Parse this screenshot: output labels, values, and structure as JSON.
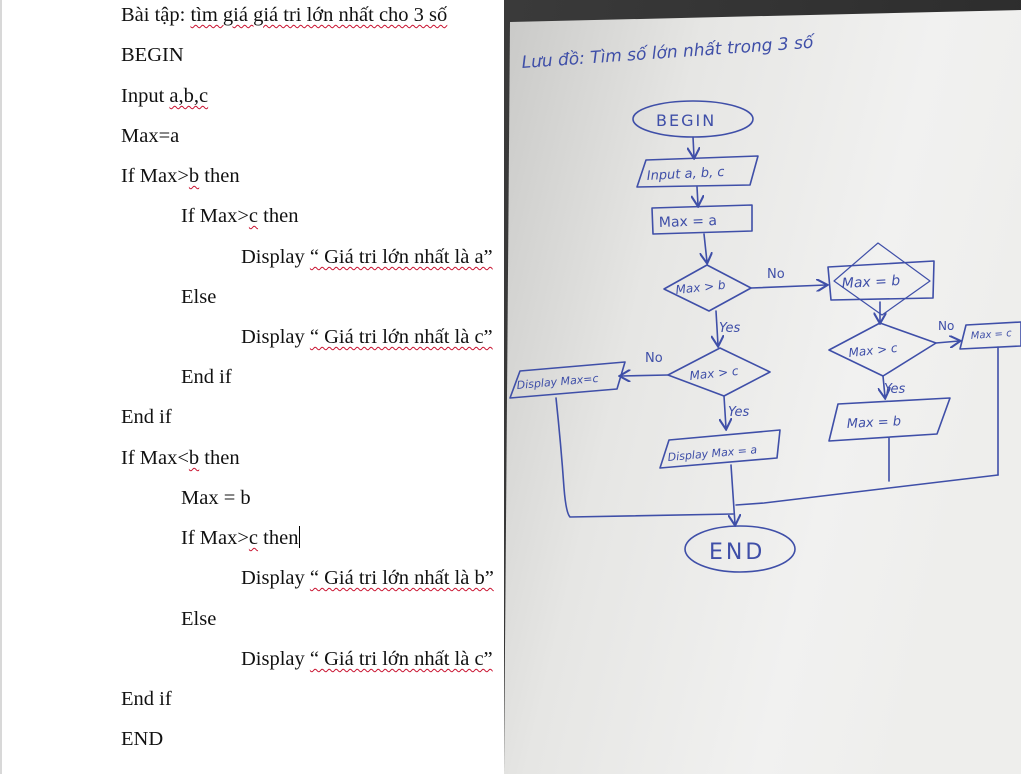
{
  "document": {
    "lines": [
      {
        "indent": 0,
        "segments": [
          {
            "text": "Bài tập: ",
            "squiggle": false
          },
          {
            "text": "tìm giá giá tri lớn nhất cho 3 số",
            "squiggle": true
          }
        ]
      },
      {
        "indent": 0,
        "segments": [
          {
            "text": "BEGIN",
            "squiggle": false
          }
        ]
      },
      {
        "indent": 0,
        "segments": [
          {
            "text": "Input ",
            "squiggle": false
          },
          {
            "text": "a,b,c",
            "squiggle": true
          }
        ]
      },
      {
        "indent": 0,
        "segments": [
          {
            "text": "Max=a",
            "squiggle": false
          }
        ]
      },
      {
        "indent": 0,
        "segments": [
          {
            "text": "If Max>",
            "squiggle": false
          },
          {
            "text": "b",
            "squiggle": true
          },
          {
            "text": " then",
            "squiggle": false
          }
        ]
      },
      {
        "indent": 1,
        "segments": [
          {
            "text": "If Max>",
            "squiggle": false
          },
          {
            "text": "c",
            "squiggle": true
          },
          {
            "text": " then",
            "squiggle": false
          }
        ]
      },
      {
        "indent": 2,
        "segments": [
          {
            "text": "Display ",
            "squiggle": false
          },
          {
            "text": "“ Giá tri lớn nhất là a”",
            "squiggle": true
          }
        ]
      },
      {
        "indent": 1,
        "segments": [
          {
            "text": "Else",
            "squiggle": false
          }
        ]
      },
      {
        "indent": 2,
        "segments": [
          {
            "text": "Display ",
            "squiggle": false
          },
          {
            "text": "“ Giá tri lớn nhất là c”",
            "squiggle": true
          }
        ]
      },
      {
        "indent": 1,
        "segments": [
          {
            "text": "End if",
            "squiggle": false
          }
        ]
      },
      {
        "indent": 0,
        "segments": [
          {
            "text": "End if",
            "squiggle": false
          }
        ]
      },
      {
        "indent": 0,
        "segments": [
          {
            "text": "If Max<",
            "squiggle": false
          },
          {
            "text": "b",
            "squiggle": true
          },
          {
            "text": " then",
            "squiggle": false
          }
        ]
      },
      {
        "indent": 1,
        "segments": [
          {
            "text": "Max = b",
            "squiggle": false
          }
        ]
      },
      {
        "indent": 1,
        "segments": [
          {
            "text": "If Max>",
            "squiggle": false
          },
          {
            "text": "c",
            "squiggle": true
          },
          {
            "text": " then",
            "squiggle": false
          }
        ],
        "caret": true
      },
      {
        "indent": 2,
        "segments": [
          {
            "text": "Display ",
            "squiggle": false
          },
          {
            "text": "“ Giá tri lớn nhất là b”",
            "squiggle": true
          }
        ]
      },
      {
        "indent": 1,
        "segments": [
          {
            "text": "Else",
            "squiggle": false
          }
        ]
      },
      {
        "indent": 2,
        "segments": [
          {
            "text": "Display ",
            "squiggle": false
          },
          {
            "text": "“ Giá tri lớn nhất là c”",
            "squiggle": true
          }
        ]
      },
      {
        "indent": 0,
        "segments": [
          {
            "text": "End if",
            "squiggle": false
          }
        ]
      },
      {
        "indent": 0,
        "segments": [
          {
            "text": "END",
            "squiggle": false
          }
        ]
      }
    ]
  },
  "flowchart": {
    "title": "Lưu đồ:  Tìm số lớn nhất trong 3 số",
    "begin": "BEGIN",
    "input": "Input a, b, c",
    "assign_a": "Max = a",
    "cond_b": "Max > b",
    "assign_b": "Max = b",
    "cond_c_left": "Max > c",
    "cond_c_right": "Max > c",
    "display_c": "Display Max=c",
    "display_a": "Display Max = a",
    "output_b": "Max = b",
    "assign_c": "Max = c",
    "end": "END",
    "label_yes": "Yes",
    "label_no": "No"
  },
  "colors": {
    "ink": "#3f4fa8",
    "paper_light": "#efefee",
    "paper_shadow": "#b9b9b7",
    "squiggle": "#c8102e"
  }
}
